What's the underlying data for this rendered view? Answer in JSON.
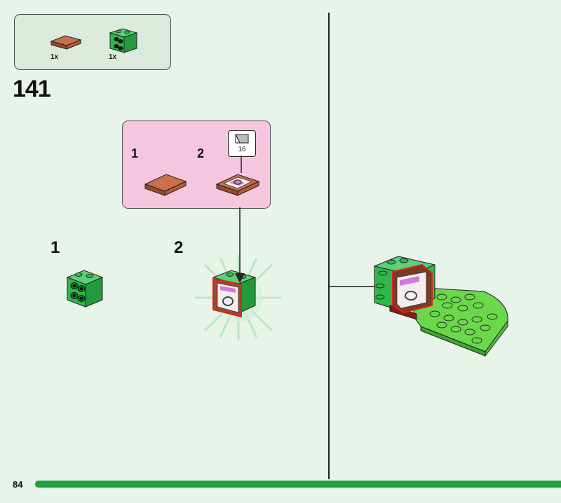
{
  "parts_list": {
    "items": [
      {
        "name": "brown-tile",
        "quantity": "1x"
      },
      {
        "name": "green-brick",
        "quantity": "1x"
      }
    ]
  },
  "step": {
    "number": "141"
  },
  "callout": {
    "sub_step_1": "1",
    "sub_step_2": "2",
    "sticker_number": "16"
  },
  "sub_steps": {
    "first": "1",
    "second": "2"
  },
  "page": {
    "number": "84",
    "progress": 1.0
  },
  "colors": {
    "background": "#e8f3ea",
    "lego_green": "#2eb84b",
    "lime_green": "#5fd34a",
    "tile_brown": "#b55a3a",
    "callout_pink": "#f6c6df",
    "accent_red": "#e02020",
    "progress": "#1fa03c"
  }
}
